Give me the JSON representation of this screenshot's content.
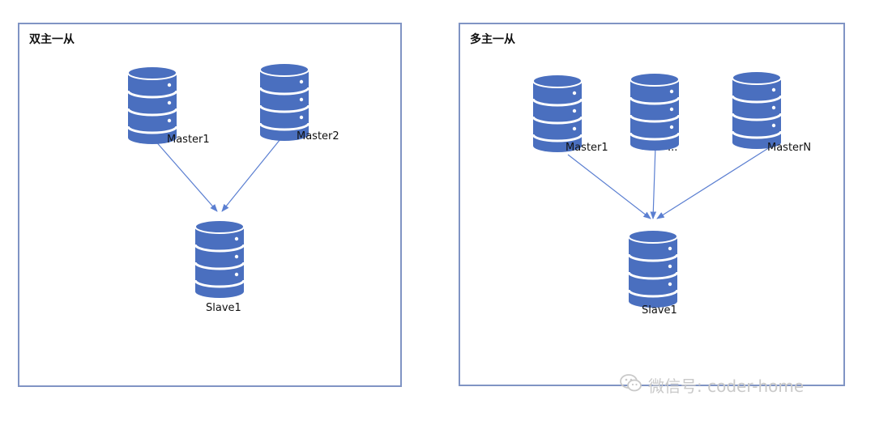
{
  "colors": {
    "db_fill": "#4a6fbf",
    "db_line": "#ffffff",
    "arrow": "#5b7fd1",
    "panel_border": "#8094c4"
  },
  "panels": [
    {
      "title": "双主一从",
      "masters": [
        "Master1",
        "Master2"
      ],
      "slave": "Slave1"
    },
    {
      "title": "多主一从",
      "masters": [
        "Master1",
        "...",
        "MasterN"
      ],
      "slave": "Slave1"
    }
  ],
  "watermark": {
    "icon": "wechat-icon",
    "text": "微信号: coder-home"
  }
}
